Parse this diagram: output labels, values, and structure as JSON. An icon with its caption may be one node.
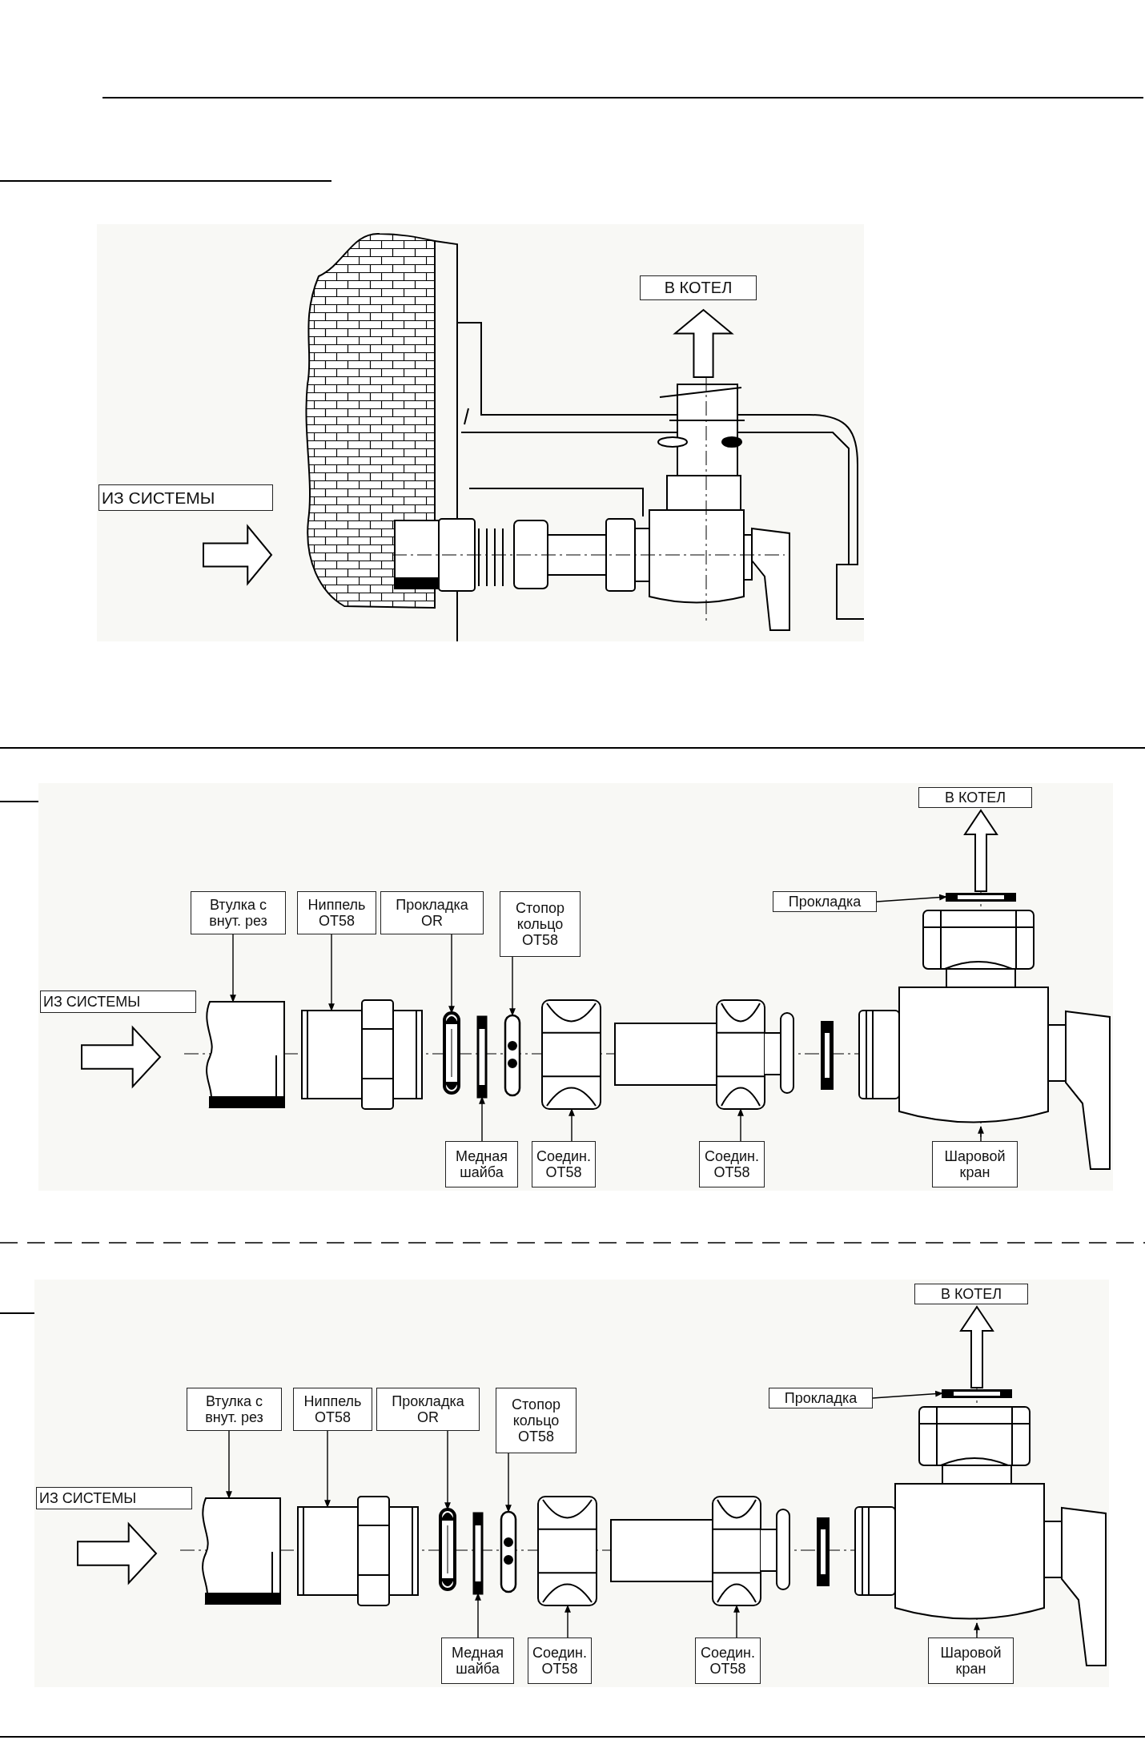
{
  "diagram": {
    "nodes": [
      {
        "text": [
          "В КОТЕЛ"
        ]
      },
      {
        "text": [
          "ИЗ СИСТЕМЫ"
        ]
      },
      {
        "text": [
          "В КОТЕЛ"
        ]
      },
      {
        "text": [
          "Втулка с внут. рез"
        ]
      },
      {
        "text": [
          "Ниппель OT58"
        ]
      },
      {
        "text": [
          "Прокладка OR"
        ]
      },
      {
        "text": [
          "Стопор кольцо OT58"
        ]
      },
      {
        "text": [
          "Прокладка"
        ]
      },
      {
        "text": [
          "ИЗ СИСТЕМЫ"
        ]
      },
      {
        "text": [
          "Медная шайба"
        ]
      },
      {
        "text": [
          "Соедин. OT58"
        ]
      },
      {
        "text": [
          "Соедин. OT58"
        ]
      },
      {
        "text": [
          "Шаровой кран"
        ]
      },
      {
        "text": [
          "В КОТЕЛ"
        ]
      },
      {
        "text": [
          "Втулка с внут. рез"
        ]
      },
      {
        "text": [
          "Ниппель OT58"
        ]
      },
      {
        "text": [
          "Прокладка OR"
        ]
      },
      {
        "text": [
          "Стопор кольцо OT58"
        ]
      },
      {
        "text": [
          "Прокладка"
        ]
      },
      {
        "text": [
          "ИЗ СИСТЕМЫ"
        ]
      },
      {
        "text": [
          "Медная шайба"
        ]
      },
      {
        "text": [
          "Соедин. OT58"
        ]
      },
      {
        "text": [
          "Соедин. OT58"
        ]
      },
      {
        "text": [
          "Шаровой кран"
        ]
      },
      {
        "text": [],
        "shape": "picture"
      },
      {
        "text": [],
        "shape": "picture"
      },
      {
        "text": [],
        "shape": "picture"
      },
      {
        "text": [],
        "shape": "picture"
      },
      {
        "text": [],
        "shape": "picture"
      },
      {
        "text": [],
        "shape": "picture"
      },
      {
        "text": [],
        "shape": "picture"
      },
      {
        "text": [],
        "shape": "picture"
      },
      {
        "text": [],
        "shape": "picture"
      },
      {
        "text": [],
        "shape": "picture"
      },
      {
        "text": [],
        "shape": "picture"
      },
      {
        "text": [],
        "shape": "picture"
      },
      {
        "text": [],
        "shape": "picture"
      },
      {
        "text": [],
        "shape": "picture"
      },
      {
        "text": [],
        "shape": "picture"
      },
      {
        "text": [],
        "shape": "picture"
      },
      {
        "text": [],
        "shape": "picture"
      },
      {
        "text": [],
        "shape": "picture"
      }
    ],
    "edges": [
      {
        "from": 3,
        "to": 24,
        "arrow": "to"
      },
      {
        "from": 4,
        "to": 25,
        "arrow": "to"
      },
      {
        "from": 5,
        "to": 26,
        "arrow": "to"
      },
      {
        "from": 6,
        "to": 28,
        "arrow": "to"
      },
      {
        "from": 7,
        "to": 32,
        "arrow": "to"
      },
      {
        "from": 9,
        "to": 27,
        "arrow": "to"
      },
      {
        "from": 10,
        "to": 29,
        "arrow": "to"
      },
      {
        "from": 11,
        "to": 30,
        "arrow": "to"
      },
      {
        "from": 12,
        "to": 31,
        "arrow": "to"
      },
      {
        "from": 14,
        "to": 33,
        "arrow": "to"
      },
      {
        "from": 15,
        "to": 34,
        "arrow": "to"
      },
      {
        "from": 16,
        "to": 35,
        "arrow": "to"
      },
      {
        "from": 17,
        "to": 37,
        "arrow": "to"
      },
      {
        "from": 18,
        "to": 41,
        "arrow": "to"
      },
      {
        "from": 20,
        "to": 36,
        "arrow": "to"
      },
      {
        "from": 21,
        "to": 38,
        "arrow": "to"
      },
      {
        "from": 22,
        "to": 39,
        "arrow": "to"
      },
      {
        "from": 23,
        "to": 40,
        "arrow": "to"
      },
      {
        "from": 32,
        "to": 2,
        "arrow": "to"
      },
      {
        "from": 41,
        "to": 13,
        "arrow": "to"
      }
    ]
  }
}
